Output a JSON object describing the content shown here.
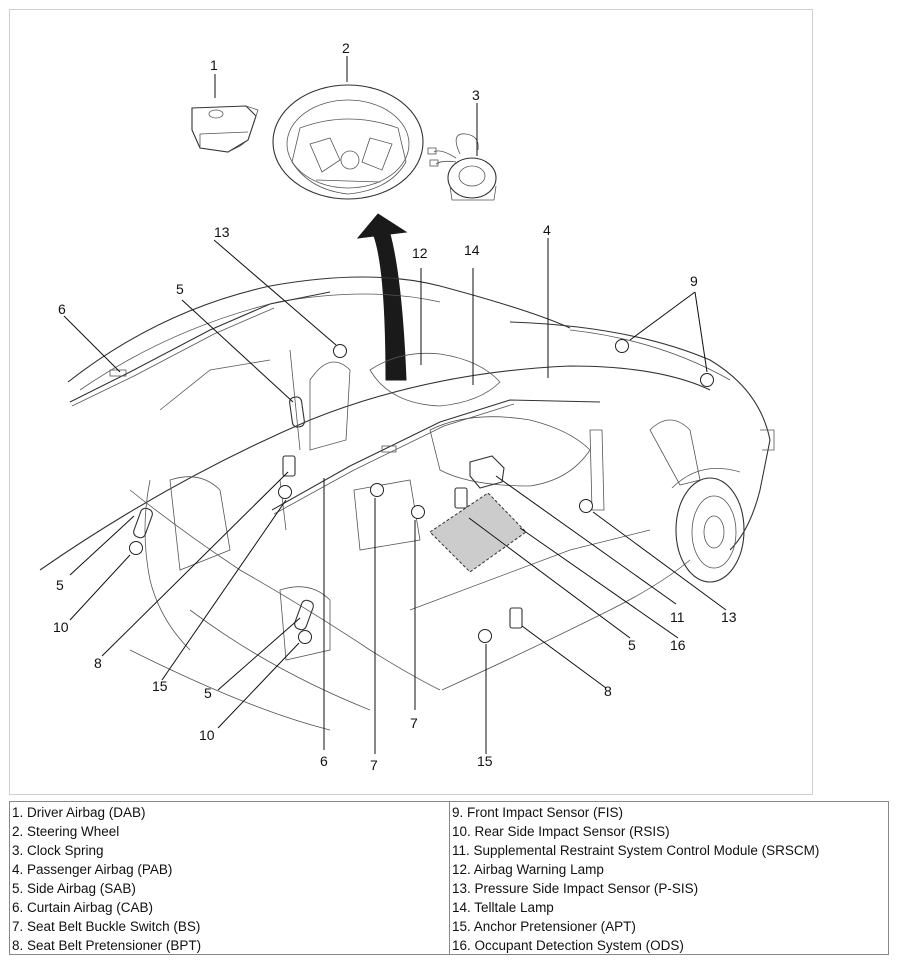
{
  "callouts": {
    "c1": "1",
    "c2": "2",
    "c3": "3",
    "c4": "4",
    "c5a": "5",
    "c5b": "5",
    "c5c": "5",
    "c5d": "5",
    "c6a": "6",
    "c6b": "6",
    "c7a": "7",
    "c7b": "7",
    "c8a": "8",
    "c8b": "8",
    "c9": "9",
    "c10a": "10",
    "c10b": "10",
    "c11": "11",
    "c12": "12",
    "c13a": "13",
    "c13b": "13",
    "c14": "14",
    "c15a": "15",
    "c15b": "15",
    "c16": "16"
  },
  "legend": {
    "left": [
      "1. Driver Airbag (DAB)",
      "2. Steering Wheel",
      "3. Clock Spring",
      "4. Passenger Airbag (PAB)",
      "5. Side Airbag (SAB)",
      "6. Curtain Airbag (CAB)",
      "7. Seat Belt Buckle Switch (BS)",
      "8. Seat Belt Pretensioner (BPT)"
    ],
    "right": [
      "9. Front Impact Sensor (FIS)",
      "10. Rear Side Impact Sensor (RSIS)",
      "11. Supplemental Restraint System Control Module (SRSCM)",
      "12. Airbag Warning Lamp",
      "13. Pressure Side Impact Sensor (P-SIS)",
      "14. Telltale Lamp",
      "15. Anchor Pretensioner (APT)",
      "16. Occupant Detection System (ODS)"
    ]
  }
}
